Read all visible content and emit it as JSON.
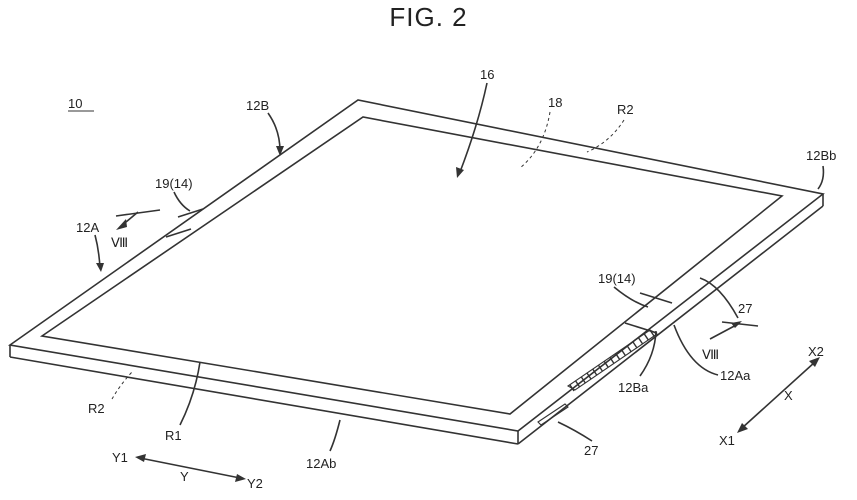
{
  "figure": {
    "title": "FIG. 2",
    "device_number": "10",
    "labels": {
      "top_edge": "12B",
      "display": "16",
      "panel": "18",
      "region_top": "R2",
      "corner_top_right": "12Bb",
      "hinge_left": "19(14)",
      "left_edge": "12A",
      "section_left": "Ⅷ",
      "hinge_right": "19(14)",
      "side_part_upper": "27",
      "section_right": "Ⅷ",
      "corner_right_upper": "12Ba",
      "corner_right_lower": "12Aa",
      "region_left": "R2",
      "region_main": "R1",
      "bottom_edge": "12Ab",
      "side_part_lower": "27"
    },
    "axes": {
      "x_plus": "X2",
      "x": "X",
      "x_minus": "X1",
      "y_minus": "Y1",
      "y": "Y",
      "y_plus": "Y2"
    }
  }
}
